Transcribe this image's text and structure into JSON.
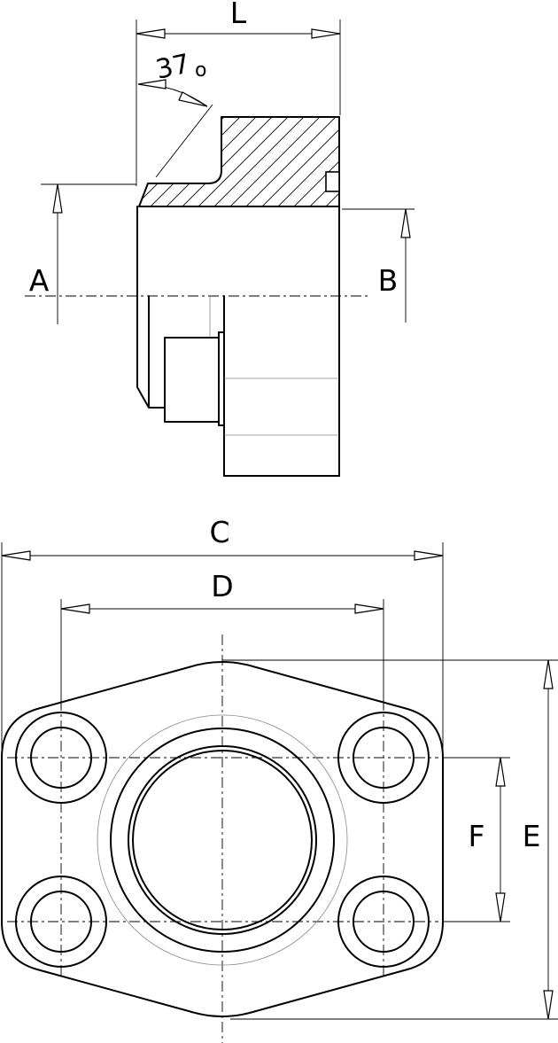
{
  "labels": {
    "L": "L",
    "angle": "37",
    "angle_unit": "o",
    "A": "A",
    "B": "B",
    "C": "C",
    "D": "D",
    "E": "E",
    "F": "F"
  }
}
